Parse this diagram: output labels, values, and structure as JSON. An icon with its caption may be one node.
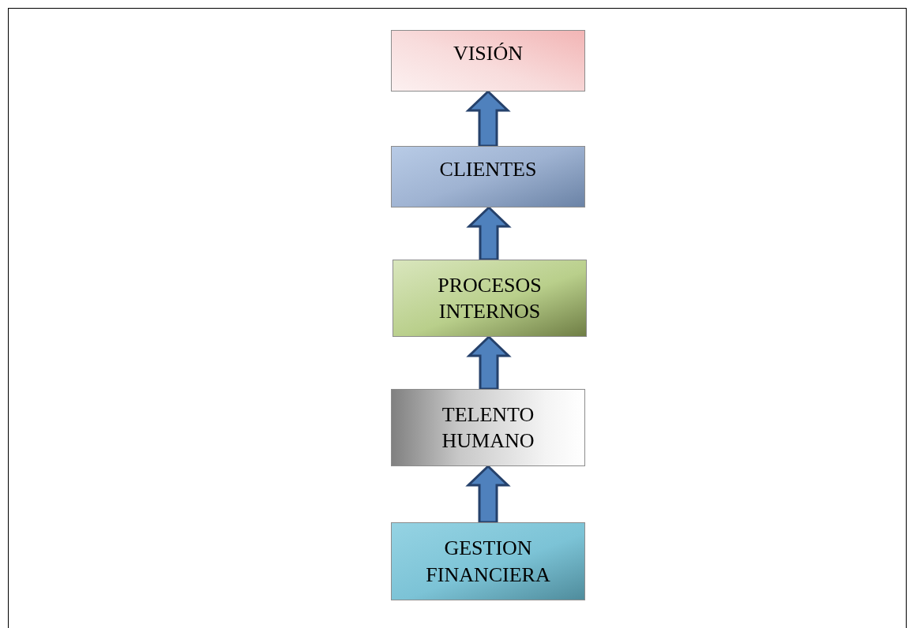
{
  "diagram": {
    "nodes": [
      {
        "text": [
          "VISIÓN"
        ]
      },
      {
        "text": [
          "CLIENTES"
        ]
      },
      {
        "text": [
          "PROCESOS INTERNOS"
        ]
      },
      {
        "text": [
          "TELENTO HUMANO"
        ]
      },
      {
        "text": [
          "GESTION FINANCIERA"
        ]
      }
    ],
    "edges": [
      {
        "from": 1,
        "to": 0,
        "arrow": "to"
      },
      {
        "from": 2,
        "to": 1,
        "arrow": "to"
      },
      {
        "from": 3,
        "to": 2,
        "arrow": "to"
      },
      {
        "from": 4,
        "to": 3,
        "arrow": "to"
      }
    ]
  }
}
